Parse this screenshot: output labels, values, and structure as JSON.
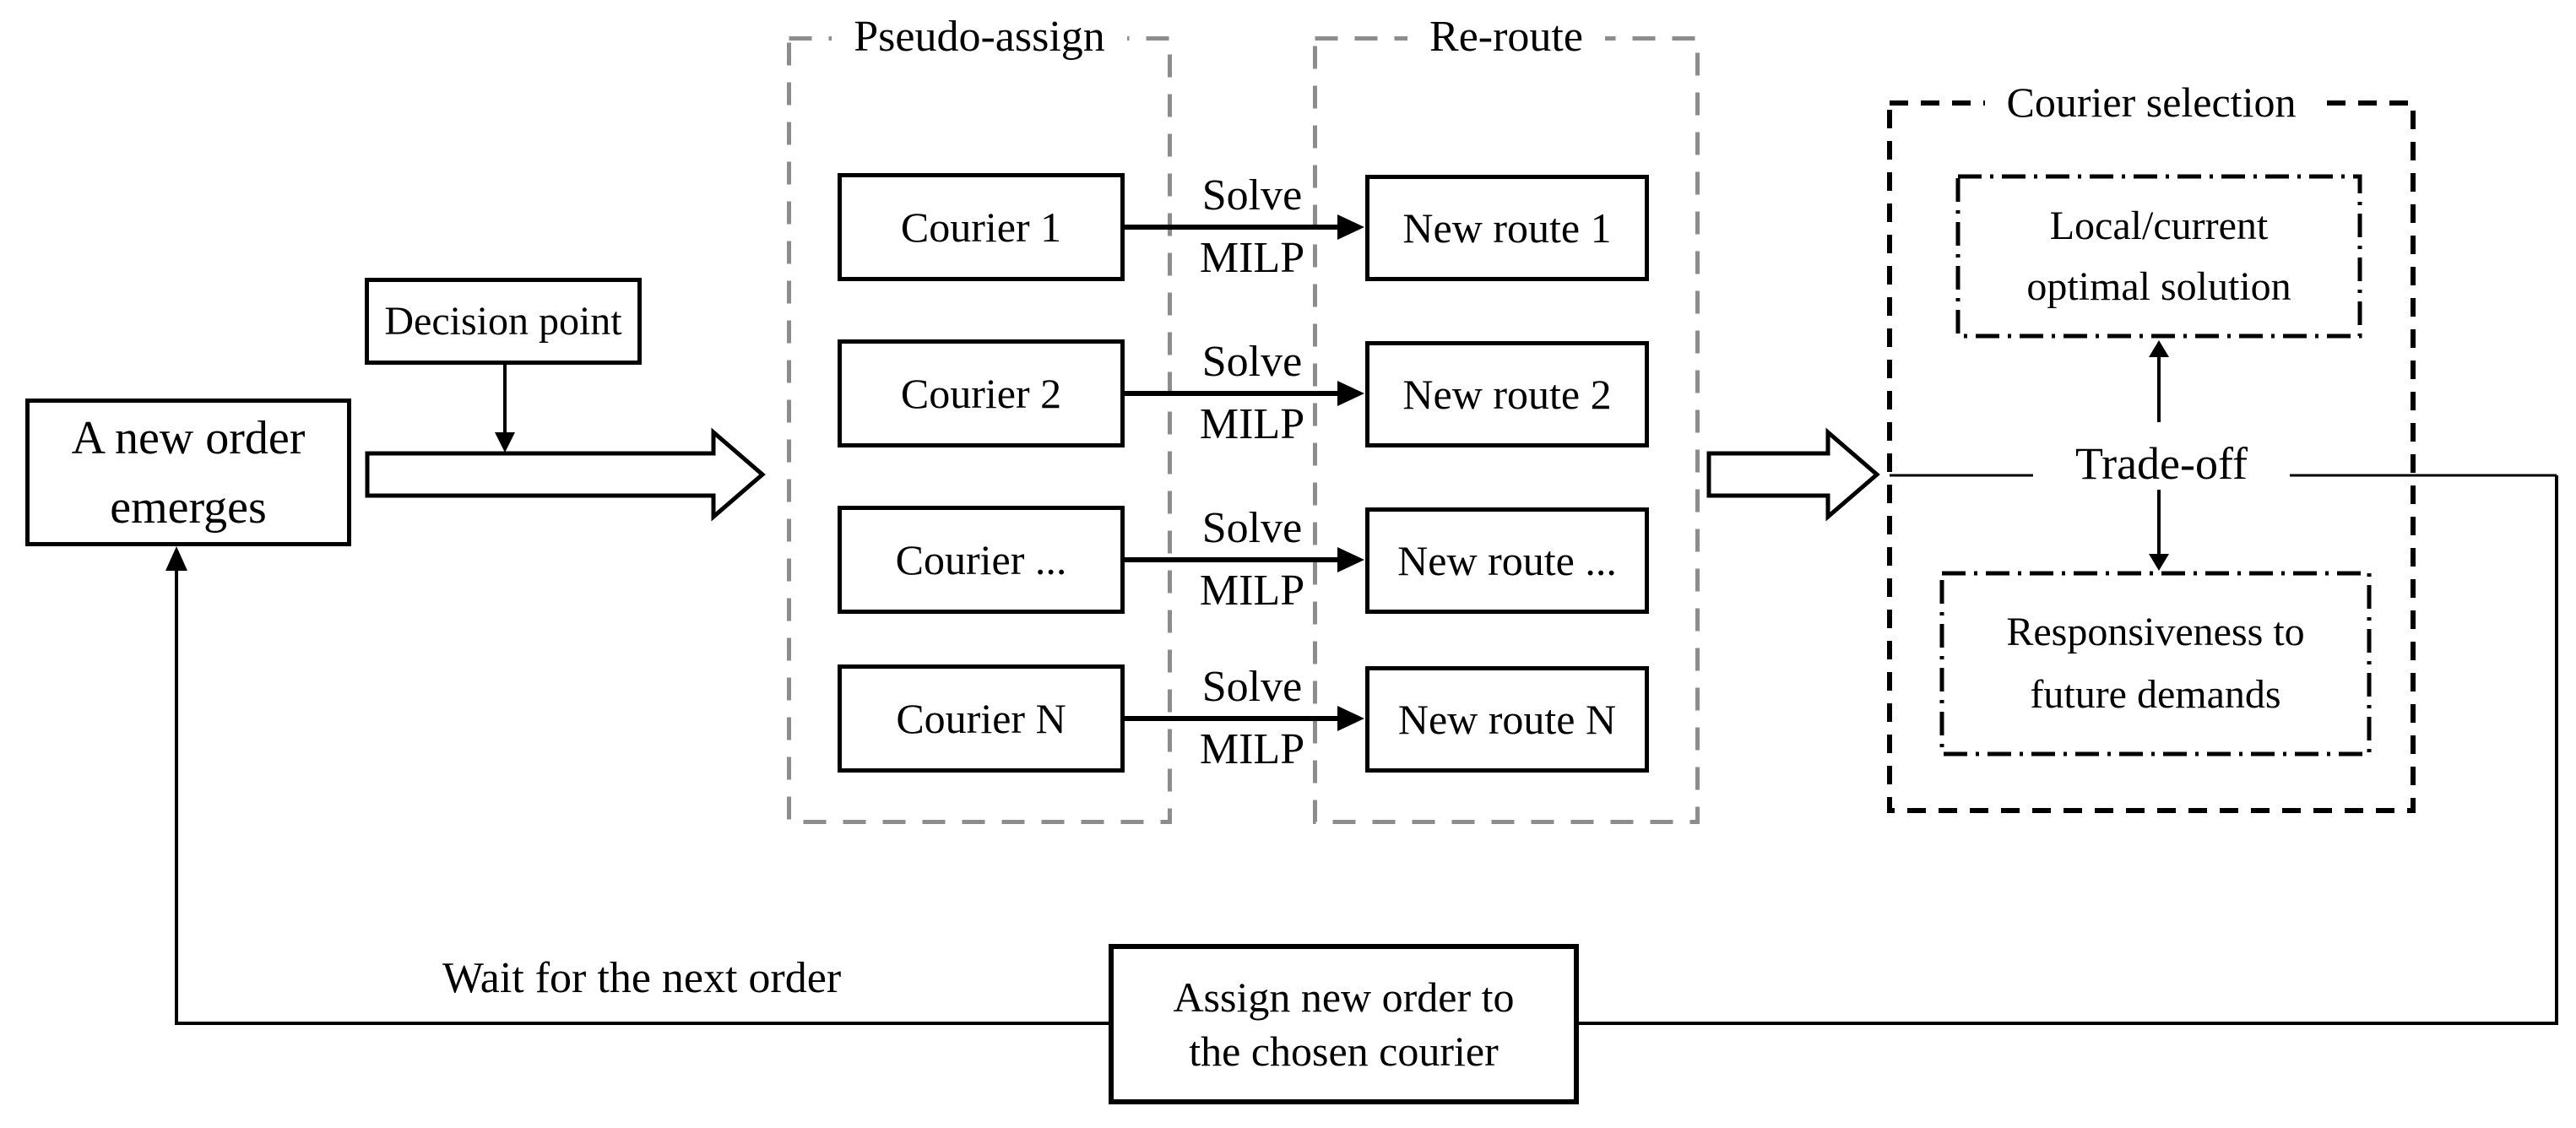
{
  "colors": {
    "ink": "#000000",
    "container_gray": "#8c8c8c",
    "background": "#ffffff"
  },
  "new_order_box": {
    "label": "A new order\nemerges"
  },
  "decision_box": {
    "label": "Decision point"
  },
  "pseudo_assign_group": {
    "label": "Pseudo-assign",
    "boxes": [
      "Courier 1",
      "Courier 2",
      "Courier ...",
      "Courier N"
    ]
  },
  "milp_arrows": {
    "top_label": "Solve",
    "bottom_label": "MILP"
  },
  "re_route_group": {
    "label": "Re-route",
    "boxes": [
      "New route 1",
      "New route 2",
      "New route ...",
      "New route N"
    ]
  },
  "courier_selection_group": {
    "label": "Courier selection",
    "local_box": {
      "label": "Local/current\noptimal solution"
    },
    "trade_off_label": "Trade-off",
    "responsiveness_box": {
      "label": "Responsiveness to\nfuture demands"
    }
  },
  "loop": {
    "wait_label": "Wait for the next order",
    "assign_box": {
      "label": "Assign new order to\nthe chosen courier"
    }
  }
}
